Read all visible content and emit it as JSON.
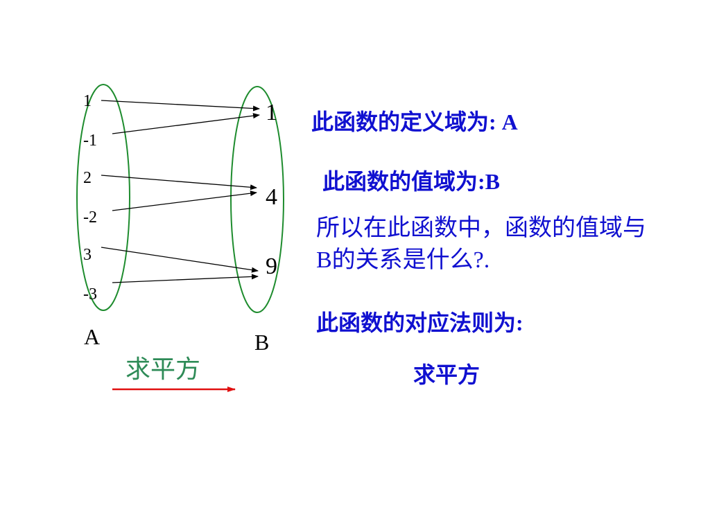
{
  "domain_values": [
    "1",
    "-1",
    "2",
    "-2",
    "3",
    "-3"
  ],
  "range_values": [
    "1",
    "4",
    "9"
  ],
  "set_labels": {
    "a": "A",
    "b": "B"
  },
  "mapping_label": "求平方",
  "text": {
    "domain_line": "此函数的定义域为: A",
    "range_line": "此函数的值域为:B",
    "question_line1": "所以在此函数中，函数的值域与",
    "question_line2": "B的关系是什么?.",
    "rule_line": "此函数的对应法则为:",
    "rule_value": "求平方"
  },
  "colors": {
    "ellipse": "#1e8c2e",
    "arrow_line": "#000000",
    "mapping_arrow": "#e01010",
    "mapping_label": "#2e8b57",
    "text_blue": "#1010d0"
  }
}
